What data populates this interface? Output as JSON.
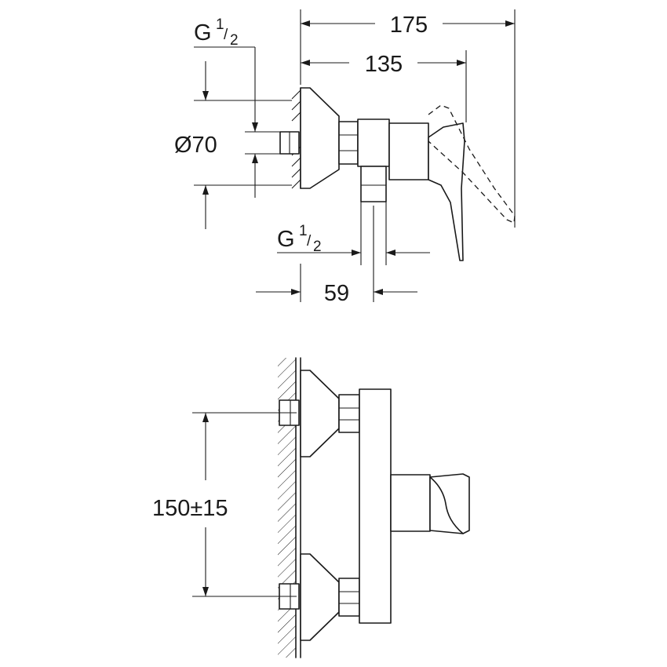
{
  "side_view": {
    "dim_total_width": "175",
    "dim_handle_width": "135",
    "dim_outlet_offset": "59",
    "dim_diameter": "Ø70",
    "thread_top": {
      "main": "G",
      "numerator": "1",
      "denominator": "2"
    },
    "thread_bottom": {
      "main": "G",
      "numerator": "1",
      "denominator": "2"
    }
  },
  "front_view": {
    "dim_centers": "150±15"
  }
}
